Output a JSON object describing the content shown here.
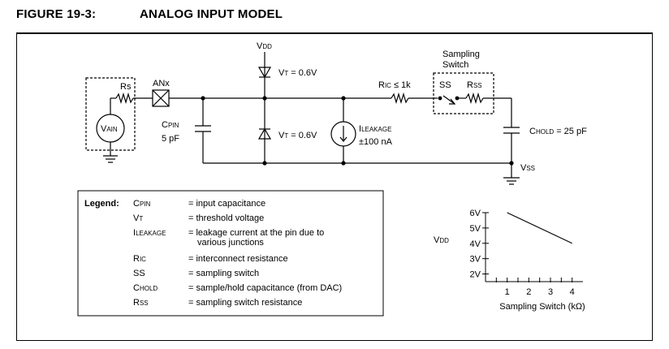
{
  "figure": {
    "number": "FIGURE 19-3:",
    "title": "ANALOG INPUT MODEL"
  },
  "circuit": {
    "vdd_main": "V",
    "vdd_sub": "DD",
    "vt_top": "V",
    "vt_top_sub": "T",
    "vt_top_val": "= 0.6V",
    "vt_bot": "V",
    "vt_bot_sub": "T",
    "vt_bot_val": "= 0.6V",
    "rs": "Rs",
    "anx": "ANx",
    "vain_main": "V",
    "vain_sub": "AIN",
    "cpin_main": "C",
    "cpin_sub": "PIN",
    "cpin_val": "5 pF",
    "ileak_main": "I",
    "ileak_sub": "LEAKAGE",
    "ileak_val": "±100 nA",
    "ric_main": "R",
    "ric_sub": "IC",
    "ric_val": "≤ 1k",
    "sampling_label_1": "Sampling",
    "sampling_label_2": "Switch",
    "ss": "SS",
    "rss_main": "R",
    "rss_sub": "SS",
    "chold_main": "C",
    "chold_sub": "HOLD",
    "chold_val": "= 25 pF",
    "vss_main": "V",
    "vss_sub": "SS"
  },
  "legend": {
    "heading": "Legend:",
    "items": [
      {
        "sym_main": "C",
        "sym_sub": "PIN",
        "desc": "= input capacitance",
        "desc2": ""
      },
      {
        "sym_main": "V",
        "sym_sub": "T",
        "desc": "= threshold voltage",
        "desc2": ""
      },
      {
        "sym_main": "I",
        "sym_sub": "LEAKAGE",
        "desc": "= leakage current at the pin due to",
        "desc2": "various junctions"
      },
      {
        "sym_main": "R",
        "sym_sub": "IC",
        "desc": "= interconnect resistance",
        "desc2": ""
      },
      {
        "sym_main": "SS",
        "sym_sub": "",
        "desc": "= sampling switch",
        "desc2": ""
      },
      {
        "sym_main": "C",
        "sym_sub": "HOLD",
        "desc": "= sample/hold capacitance (from DAC)",
        "desc2": ""
      },
      {
        "sym_main": "R",
        "sym_sub": "SS",
        "desc": "= sampling switch resistance",
        "desc2": ""
      }
    ]
  },
  "chart_data": {
    "type": "line",
    "title": "",
    "ylabel_main": "V",
    "ylabel_sub": "DD",
    "xlabel": "Sampling Switch (kΩ)",
    "x_ticks": [
      "1",
      "2",
      "3",
      "4"
    ],
    "y_ticks": [
      "2V",
      "3V",
      "4V",
      "5V",
      "6V"
    ],
    "x_tick_values": [
      1,
      2,
      3,
      4
    ],
    "y_tick_values": [
      2,
      3,
      4,
      5,
      6
    ],
    "xlim": [
      0,
      4.5
    ],
    "ylim": [
      1.5,
      6.0
    ],
    "series": [
      {
        "x": [
          1,
          4
        ],
        "y": [
          6,
          4
        ]
      }
    ]
  }
}
